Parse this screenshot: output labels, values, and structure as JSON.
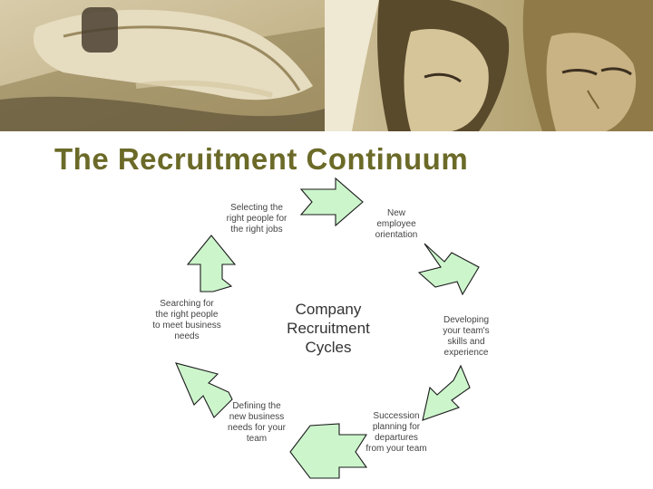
{
  "title": "The Recruitment Continuum",
  "center_label": "Company Recruitment Cycles",
  "stages": [
    {
      "label": "Selecting the right people for the right jobs"
    },
    {
      "label": "New employee orientation"
    },
    {
      "label": "Developing your team's skills and experience"
    },
    {
      "label": "Succession planning for departures from your team"
    },
    {
      "label": "Defining the new business needs for your team"
    },
    {
      "label": "Searching for the right people to meet business needs"
    }
  ],
  "colors": {
    "title": "#6b6a28",
    "arrow_fill": "#ccf5cc",
    "arrow_stroke": "#1a1a1a",
    "banner_tone": "#c9b98f"
  }
}
